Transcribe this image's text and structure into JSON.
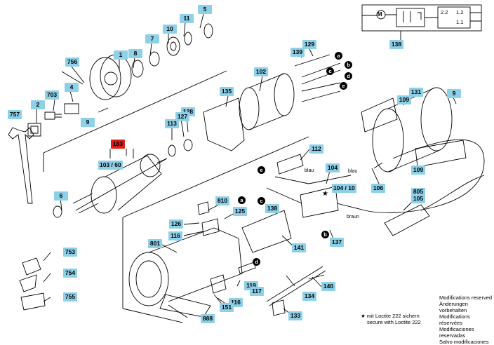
{
  "callouts": {
    "c1": "1",
    "c2": "2",
    "c4": "4",
    "c5": "5",
    "c6": "6",
    "c7": "7",
    "c8": "8",
    "c9a": "9",
    "c9b": "9",
    "c10": "10",
    "c11": "11",
    "c102": "102",
    "c104": "104",
    "c104_10": "104 / 10",
    "c106": "106",
    "c109a": "109",
    "c109b": "109",
    "c112": "112",
    "c113": "113",
    "c116a": "116",
    "c116b": "116",
    "c117": "117",
    "c119": "119",
    "c125": "125",
    "c126": "126",
    "c127": "127",
    "c128": "128",
    "c129": "129",
    "c131": "131",
    "c133": "133",
    "c134": "134",
    "c135": "135",
    "c137": "137",
    "c138a": "138",
    "c138b": "138",
    "c139": "139",
    "c140": "140",
    "c141": "141",
    "c151": "151",
    "c183": "183",
    "c103_60": "103 / 60",
    "c703": "703",
    "c753": "753",
    "c754": "754",
    "c755": "755",
    "c756": "756",
    "c757": "757",
    "c801": "801",
    "c805": "805",
    "c105": "105",
    "c810": "810",
    "c888": "888"
  },
  "wire_letters": [
    "a",
    "b",
    "c",
    "d",
    "e"
  ],
  "wire_labels": {
    "blau_left": "blau",
    "blau_right": "blau",
    "braun": "braun"
  },
  "schematic": {
    "motor": "M",
    "sw_a": "2.2",
    "sw_b": "1.2",
    "sw_c": "1.1"
  },
  "note_loctite": {
    "line1": "mit Loctite 222 sichern",
    "line2": "secure with Loctite 222"
  },
  "note_mods": [
    "Modifications reserved",
    "Änderungen vorbehalten",
    "Modifications réservées",
    "Modificaciones reservadas",
    "Salvo modificaciones"
  ],
  "colors": {
    "callout": "#8ed0e8",
    "highlight": "#e21b1b",
    "line": "#000000"
  }
}
